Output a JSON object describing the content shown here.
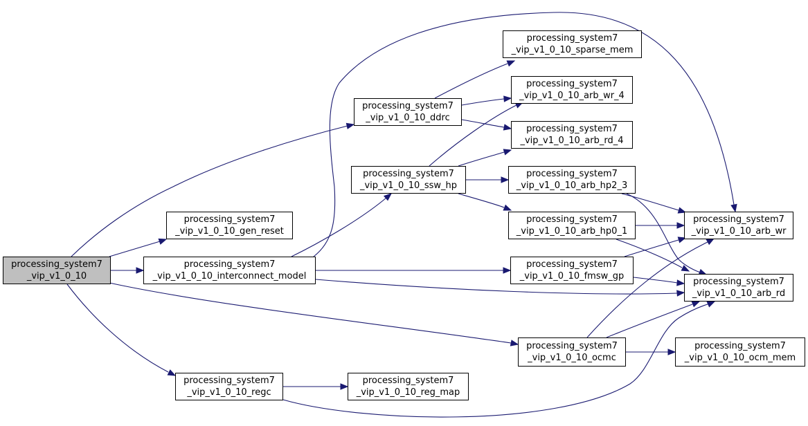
{
  "colors": {
    "edge": "#191970",
    "root_fill": "#bfbfbf",
    "node_fill": "#ffffff",
    "border": "#000000"
  },
  "nodes": [
    {
      "id": "root",
      "line1": "processing_system7",
      "line2": "_vip_v1_0_10"
    },
    {
      "id": "gen_reset",
      "line1": "processing_system7",
      "line2": "_vip_v1_0_10_gen_reset"
    },
    {
      "id": "interconnect_model",
      "line1": "processing_system7",
      "line2": "_vip_v1_0_10_interconnect_model"
    },
    {
      "id": "ddrc",
      "line1": "processing_system7",
      "line2": "_vip_v1_0_10_ddrc"
    },
    {
      "id": "ssw_hp",
      "line1": "processing_system7",
      "line2": "_vip_v1_0_10_ssw_hp"
    },
    {
      "id": "regc",
      "line1": "processing_system7",
      "line2": "_vip_v1_0_10_regc"
    },
    {
      "id": "reg_map",
      "line1": "processing_system7",
      "line2": "_vip_v1_0_10_reg_map"
    },
    {
      "id": "sparse_mem",
      "line1": "processing_system7",
      "line2": "_vip_v1_0_10_sparse_mem"
    },
    {
      "id": "arb_wr_4",
      "line1": "processing_system7",
      "line2": "_vip_v1_0_10_arb_wr_4"
    },
    {
      "id": "arb_rd_4",
      "line1": "processing_system7",
      "line2": "_vip_v1_0_10_arb_rd_4"
    },
    {
      "id": "arb_hp2_3",
      "line1": "processing_system7",
      "line2": "_vip_v1_0_10_arb_hp2_3"
    },
    {
      "id": "arb_hp0_1",
      "line1": "processing_system7",
      "line2": "_vip_v1_0_10_arb_hp0_1"
    },
    {
      "id": "fmsw_gp",
      "line1": "processing_system7",
      "line2": "_vip_v1_0_10_fmsw_gp"
    },
    {
      "id": "ocmc",
      "line1": "processing_system7",
      "line2": "_vip_v1_0_10_ocmc"
    },
    {
      "id": "arb_wr",
      "line1": "processing_system7",
      "line2": "_vip_v1_0_10_arb_wr"
    },
    {
      "id": "arb_rd",
      "line1": "processing_system7",
      "line2": "_vip_v1_0_10_arb_rd"
    },
    {
      "id": "ocm_mem",
      "line1": "processing_system7",
      "line2": "_vip_v1_0_10_ocm_mem"
    }
  ],
  "edges": [
    {
      "from": "root",
      "to": "gen_reset"
    },
    {
      "from": "root",
      "to": "interconnect_model"
    },
    {
      "from": "root",
      "to": "ddrc"
    },
    {
      "from": "root",
      "to": "regc"
    },
    {
      "from": "root",
      "to": "ocmc"
    },
    {
      "from": "interconnect_model",
      "to": "ssw_hp"
    },
    {
      "from": "interconnect_model",
      "to": "fmsw_gp"
    },
    {
      "from": "interconnect_model",
      "to": "arb_wr"
    },
    {
      "from": "interconnect_model",
      "to": "arb_rd"
    },
    {
      "from": "ddrc",
      "to": "sparse_mem"
    },
    {
      "from": "ddrc",
      "to": "arb_wr_4"
    },
    {
      "from": "ddrc",
      "to": "arb_rd_4"
    },
    {
      "from": "ssw_hp",
      "to": "arb_wr_4"
    },
    {
      "from": "ssw_hp",
      "to": "arb_rd_4"
    },
    {
      "from": "ssw_hp",
      "to": "arb_hp2_3"
    },
    {
      "from": "ssw_hp",
      "to": "arb_hp0_1"
    },
    {
      "from": "arb_hp2_3",
      "to": "arb_wr"
    },
    {
      "from": "arb_hp2_3",
      "to": "arb_rd"
    },
    {
      "from": "arb_hp0_1",
      "to": "arb_wr"
    },
    {
      "from": "arb_hp0_1",
      "to": "arb_rd"
    },
    {
      "from": "fmsw_gp",
      "to": "arb_wr"
    },
    {
      "from": "fmsw_gp",
      "to": "arb_rd"
    },
    {
      "from": "ocmc",
      "to": "arb_wr"
    },
    {
      "from": "ocmc",
      "to": "arb_rd"
    },
    {
      "from": "ocmc",
      "to": "ocm_mem"
    },
    {
      "from": "regc",
      "to": "reg_map"
    },
    {
      "from": "regc",
      "to": "arb_rd"
    }
  ]
}
